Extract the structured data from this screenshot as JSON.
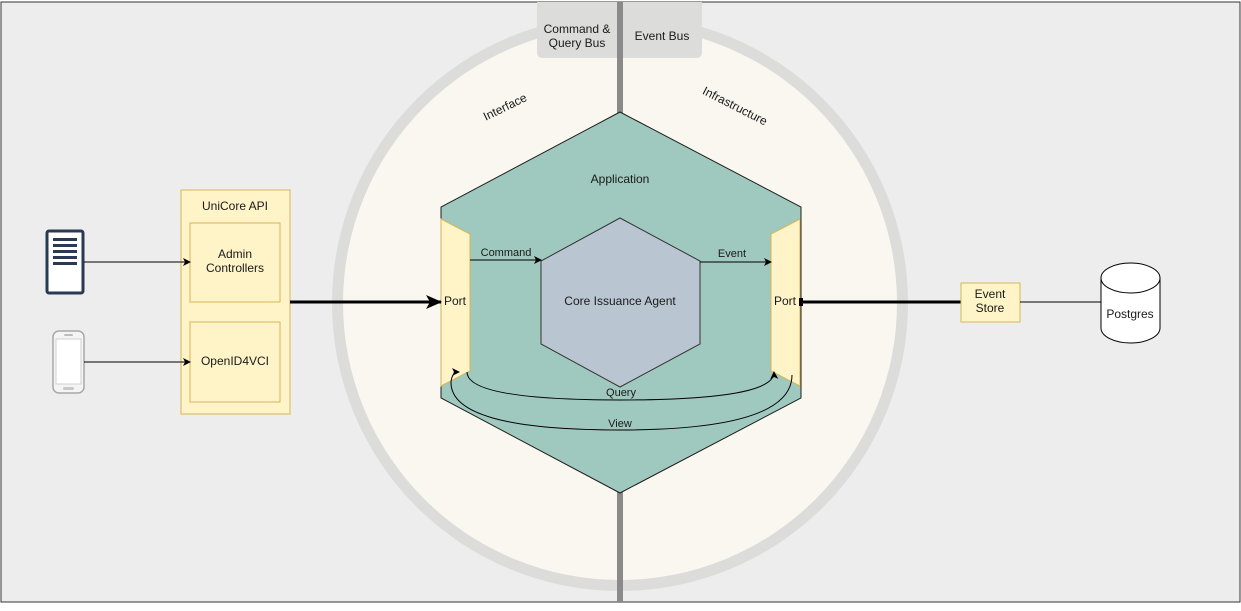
{
  "diagram": {
    "bus_labels": {
      "command_query_line1": "Command &",
      "command_query_line2": "Query Bus",
      "event_bus": "Event Bus"
    },
    "ring_labels": {
      "interface": "Interface",
      "infrastructure": "Infrastructure"
    },
    "application_label": "Application",
    "core_agent_label": "Core Issuance Agent",
    "ports": {
      "left": "Port",
      "right": "Port"
    },
    "edges": {
      "command": "Command",
      "event": "Event",
      "query": "Query",
      "view": "View"
    },
    "unicore_api": {
      "title": "UniCore API",
      "admin_line1": "Admin",
      "admin_line2": "Controllers",
      "openid": "OpenID4VCI"
    },
    "event_store": {
      "line1": "Event",
      "line2": "Store"
    },
    "database_label": "Postgres",
    "icons": {
      "server": "server-icon",
      "phone": "mobile-phone-icon",
      "database": "database-icon"
    },
    "colors": {
      "background": "#ededed",
      "ring": "#dcdcdb",
      "ring_inner": "#f9f7ef",
      "application": "#9fc8be",
      "core": "#b9c6d1",
      "port": "#fff3c8",
      "port_stroke": "#d6b656",
      "bus_tab": "#dcdcdb"
    }
  }
}
